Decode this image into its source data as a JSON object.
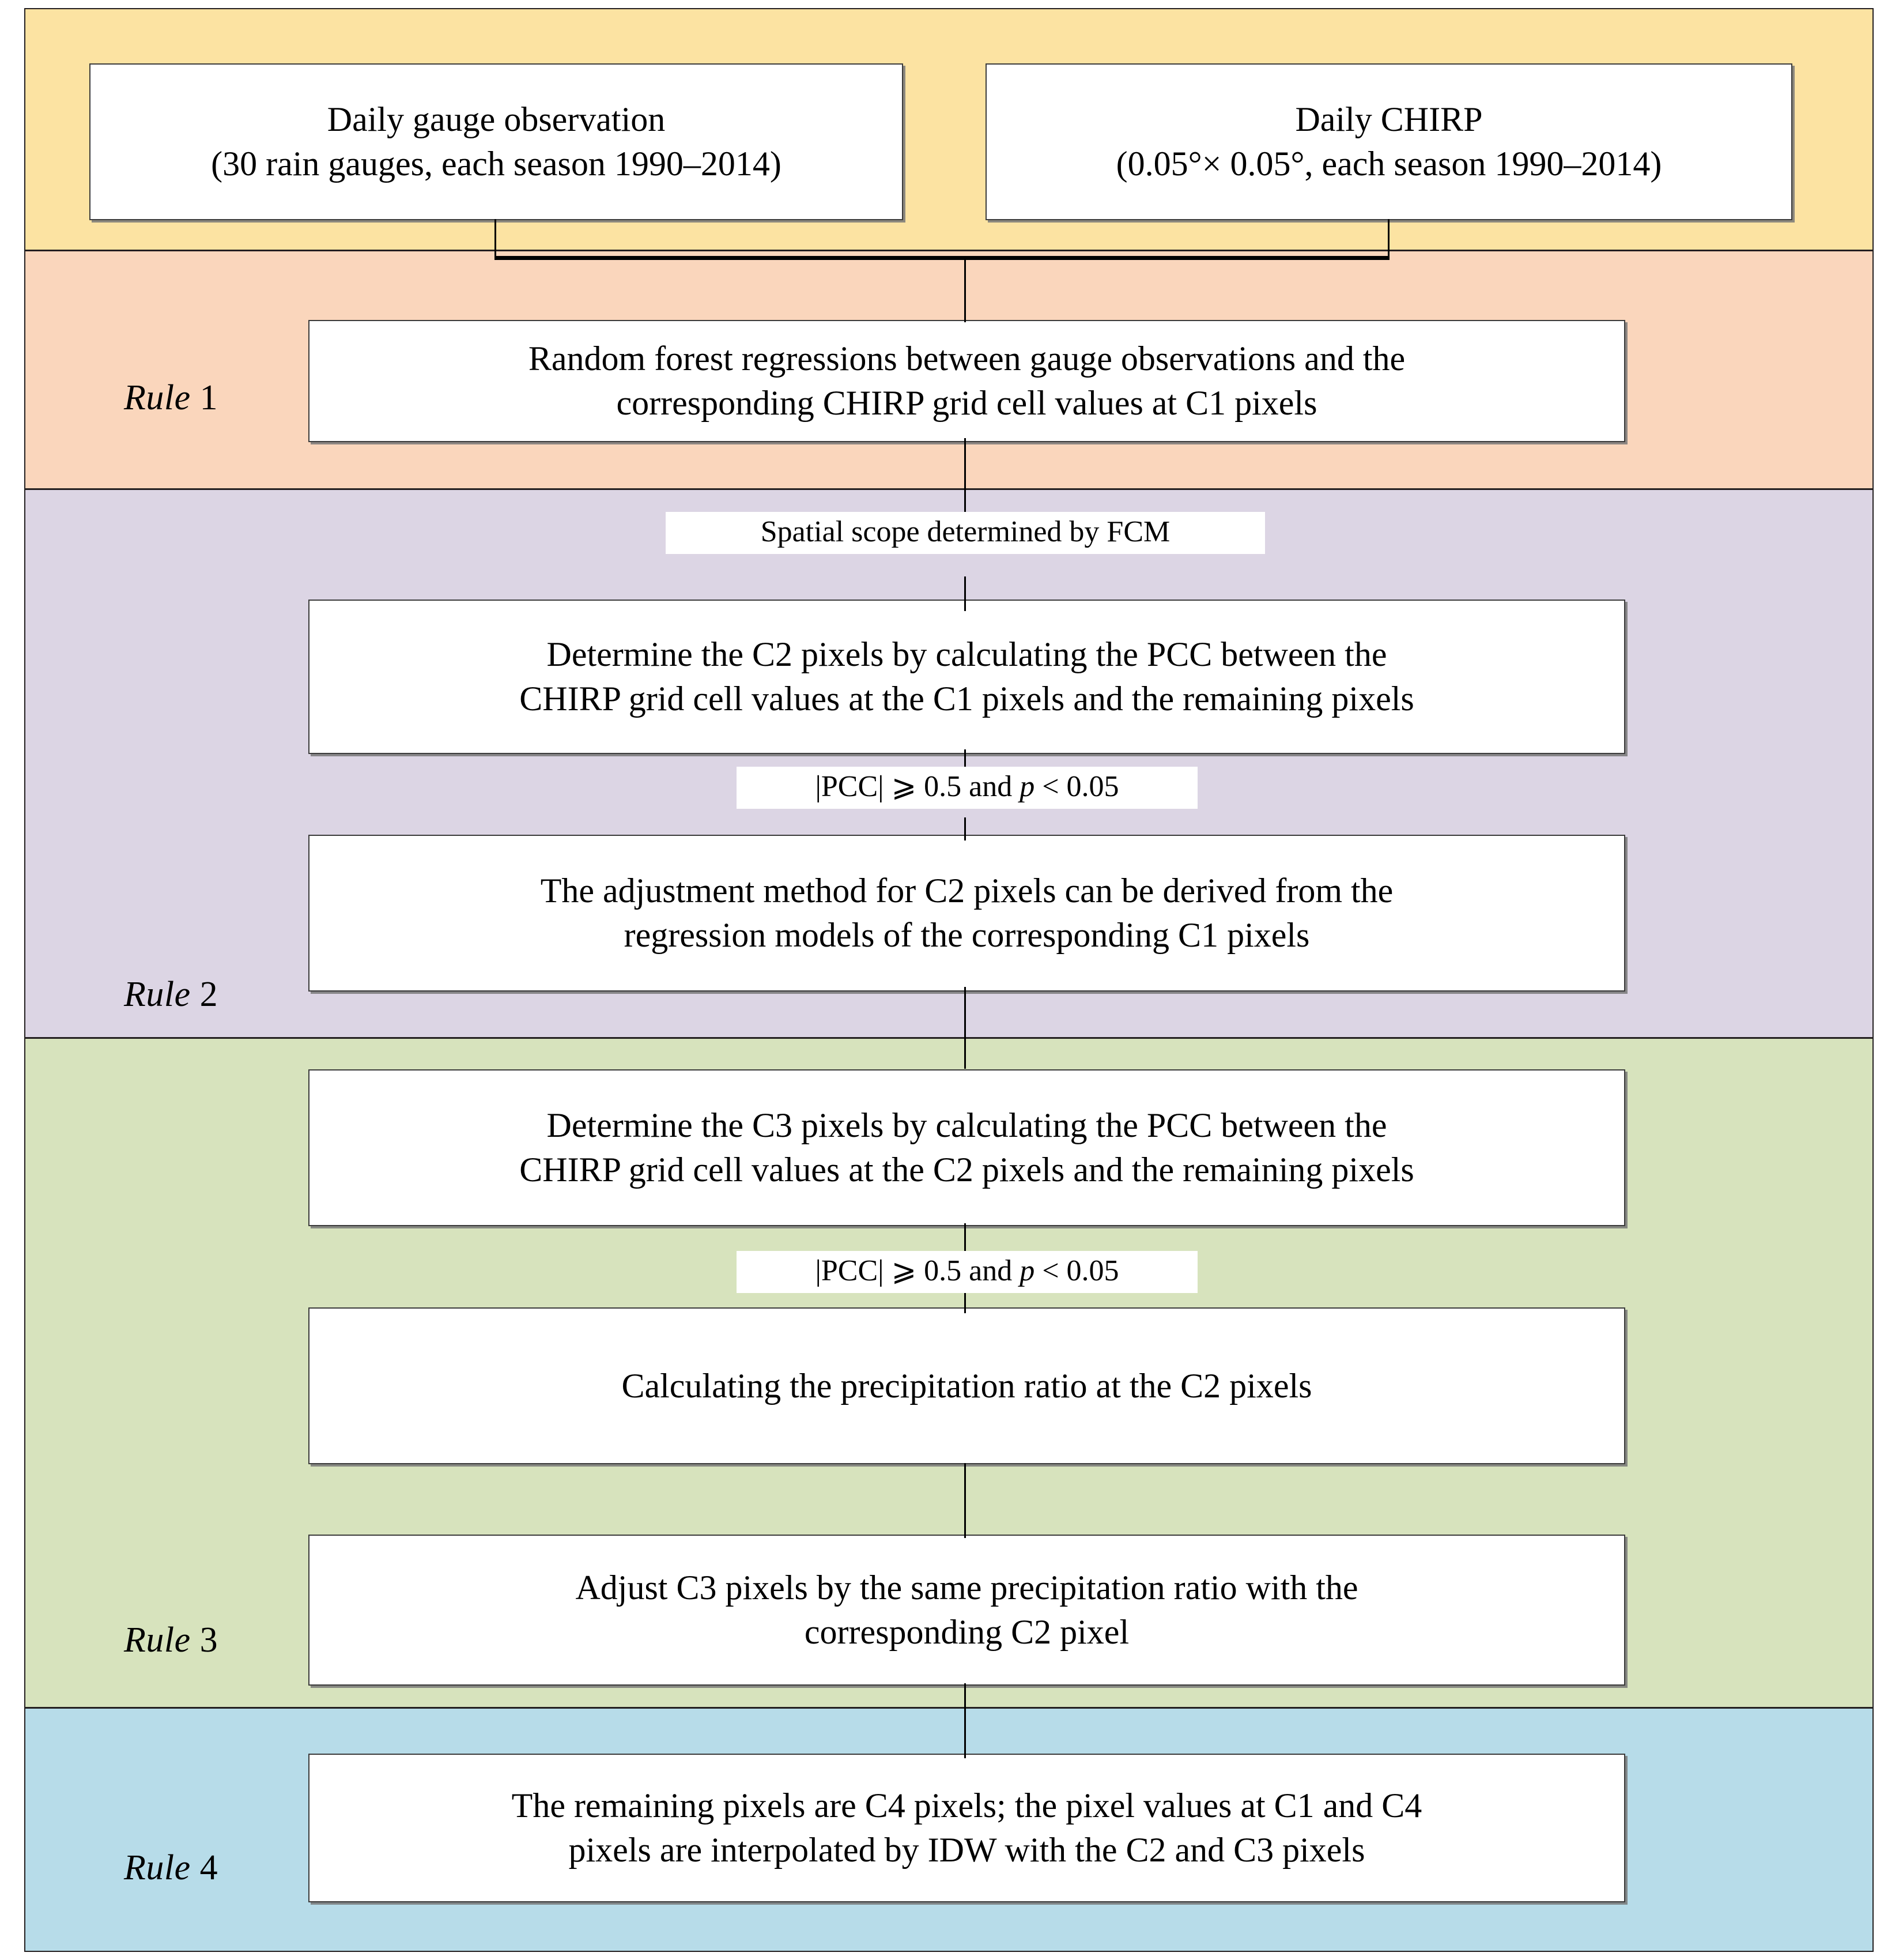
{
  "diagram": {
    "title": "Rule-based CHIRP precipitation adjustment workflow",
    "bands": [
      {
        "id": "band-rule1-inputs",
        "color": "#FCE3A2",
        "label": ""
      },
      {
        "id": "band-rule1",
        "color": "#FAD6BC",
        "label_italic": "Rule",
        "label_number": "1"
      },
      {
        "id": "band-rule2",
        "color": "#DCD5E4",
        "label_italic": "Rule",
        "label_number": "2"
      },
      {
        "id": "band-rule3",
        "color": "#D7E3BD",
        "label_italic": "Rule",
        "label_number": "3"
      },
      {
        "id": "band-rule4",
        "color": "#B7DCE9",
        "label_italic": "Rule",
        "label_number": "4"
      }
    ],
    "rule_labels": {
      "rule1": {
        "word": "Rule",
        "number": "1"
      },
      "rule2": {
        "word": "Rule",
        "number": "2"
      },
      "rule3": {
        "word": "Rule",
        "number": "3"
      },
      "rule4": {
        "word": "Rule",
        "number": "4"
      }
    },
    "boxes": {
      "input_gauge": {
        "line1": "Daily gauge observation",
        "line2": "(30 rain gauges, each season 1990–2014)"
      },
      "input_chirp": {
        "line1": "Daily CHIRP",
        "line2": "(0.05°× 0.05°, each season 1990–2014)"
      },
      "rule1_step": {
        "line1": "Random forest regressions between gauge observations and the",
        "line2": "corresponding CHIRP grid cell values at C1 pixels"
      },
      "rule2_step1": {
        "line1": "Determine the C2 pixels by calculating the PCC between the",
        "line2": "CHIRP grid cell values at the C1 pixels and the remaining pixels"
      },
      "rule2_step2": {
        "line1": "The adjustment method for C2 pixels can be derived from the",
        "line2": "regression models of the corresponding C1 pixels"
      },
      "rule3_step1": {
        "line1": "Determine the C3 pixels by calculating the PCC between  the",
        "line2": "CHIRP grid cell values at  the C2 pixels and the remaining pixels"
      },
      "rule3_step2": {
        "line1": "Calculating the precipitation ratio at the C2 pixels",
        "line2": ""
      },
      "rule3_step3": {
        "line1": "Adjust C3 pixels by the same precipitation ratio with the",
        "line2": "corresponding C2 pixel"
      },
      "rule4_step": {
        "line1": "The  remaining pixels are C4 pixels; the pixel values at C1 and C4",
        "line2": "pixels are interpolated by IDW with the C2 and C3 pixels"
      }
    },
    "annotations": {
      "fcm": "Spatial scope determined by FCM",
      "pcc_threshold_1_a": "|PCC| ",
      "pcc_threshold_1_b": "⩾ 0.5 and ",
      "pcc_threshold_1_c": "p",
      "pcc_threshold_1_d": " < 0.05",
      "pcc_threshold_2_a": "|PCC| ",
      "pcc_threshold_2_b": "⩾ 0.5 and ",
      "pcc_threshold_2_c": "p",
      "pcc_threshold_2_d": " < 0.05"
    },
    "colors": {
      "band_yellow": "#FCE3A2",
      "band_orange": "#FAD6BC",
      "band_lavender": "#DCD5E4",
      "band_green": "#D7E3BD",
      "band_blue": "#B7DCE9",
      "box_border": "#3b3b3b",
      "line": "#000000"
    }
  }
}
